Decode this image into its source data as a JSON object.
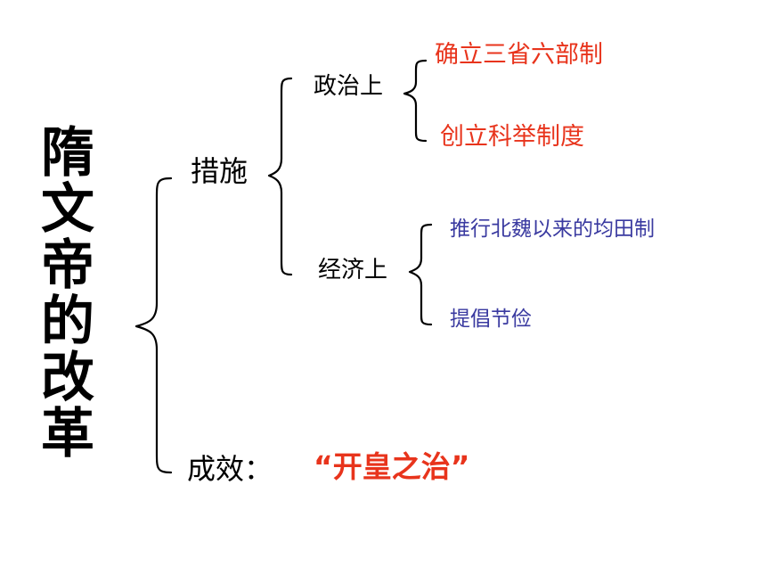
{
  "title": "隋文帝的改革",
  "measures": {
    "label": "措施",
    "political": {
      "label": "政治上",
      "items": [
        "确立三省六部制",
        "创立科举制度"
      ]
    },
    "economic": {
      "label": "经济上",
      "items": [
        "推行北魏以来的均田制",
        "提倡节俭"
      ]
    }
  },
  "result": {
    "label": "成效：",
    "value": "“开皇之治”"
  },
  "colors": {
    "red": "#e8341c",
    "blue": "#3a3aa0",
    "text": "#000000"
  }
}
